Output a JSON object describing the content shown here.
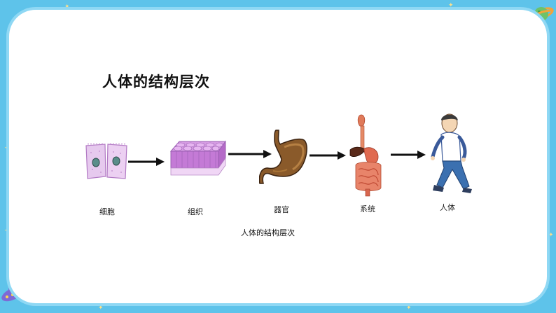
{
  "slide": {
    "title": "人体的结构层次",
    "caption": "人体的结构层次"
  },
  "stages": [
    {
      "label": "细胞",
      "icon": "cell-icon"
    },
    {
      "label": "组织",
      "icon": "tissue-icon"
    },
    {
      "label": "器官",
      "icon": "stomach-organ-icon"
    },
    {
      "label": "系统",
      "icon": "digestive-system-icon"
    },
    {
      "label": "人体",
      "icon": "human-body-icon"
    }
  ],
  "colors": {
    "background": "#5ec3ea",
    "card": "#ffffff",
    "border": "#8fd8f4",
    "arrow": "#111111"
  }
}
